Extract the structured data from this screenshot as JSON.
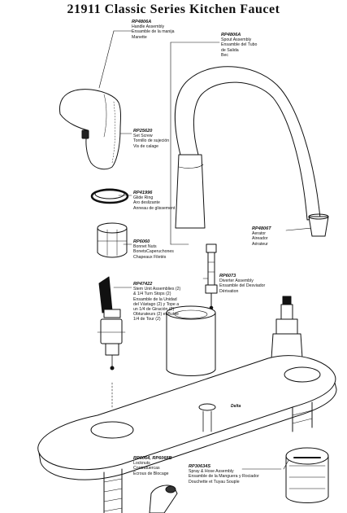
{
  "title": "21911 Classic Series Kitchen Faucet",
  "brand_mark": "Delta",
  "colors": {
    "ink": "#111111",
    "paper": "#ffffff",
    "shade": "#333333"
  },
  "callouts": [
    {
      "id": "handle",
      "part": "RP4806A",
      "lines": [
        "Handle Assembly",
        "Ensamble de la manija",
        "Manette"
      ]
    },
    {
      "id": "spout",
      "part": "RP4806A",
      "lines": [
        "Spout Assembly",
        "Ensamble del Tubo",
        "de Salida",
        "Bec"
      ]
    },
    {
      "id": "set-screw",
      "part": "RP25620",
      "lines": [
        "Set Screw",
        "Tornillo de sujeción",
        "Vis de calage"
      ]
    },
    {
      "id": "glide-ring",
      "part": "RP41996",
      "lines": [
        "Glide Ring",
        "Aro deslizante",
        "Anneau de glissement"
      ]
    },
    {
      "id": "aerator",
      "part": "RP4806T",
      "lines": [
        "Aerator",
        "Aireador",
        "Aérateur"
      ]
    },
    {
      "id": "bonnet-nuts",
      "part": "RP6060",
      "lines": [
        "Bonnet Nuts",
        "BonetsCaperuchones",
        "Chapeaux Filetés"
      ]
    },
    {
      "id": "diverter",
      "part": "RP6073",
      "lines": [
        "Diverter Assembly",
        "Ensamble del Desviador",
        "Dérivation"
      ]
    },
    {
      "id": "stem-unit",
      "part": "RP47422",
      "lines": [
        "Stem Unit Assemblies (2)",
        "& 1/4 Turn Stops (2)",
        "Ensamble de la Unidad",
        "del Vástago (2) y Tope a",
        "un 1/4 de Giración (2)",
        "Obturateurs (2) et Butée",
        "1/4 de Tour (2)"
      ]
    },
    {
      "id": "locknuts",
      "part": "RP6064, RP6068B",
      "lines": [
        "Locknuts",
        "Contratuercas",
        "Écrous de Blocage"
      ]
    },
    {
      "id": "spray-hose",
      "part": "RP30634S",
      "lines": [
        "Spray & Hose Assembly",
        "Ensamble de la Manguera y Rociador",
        "Douchette et Tuyau Souple"
      ]
    }
  ]
}
